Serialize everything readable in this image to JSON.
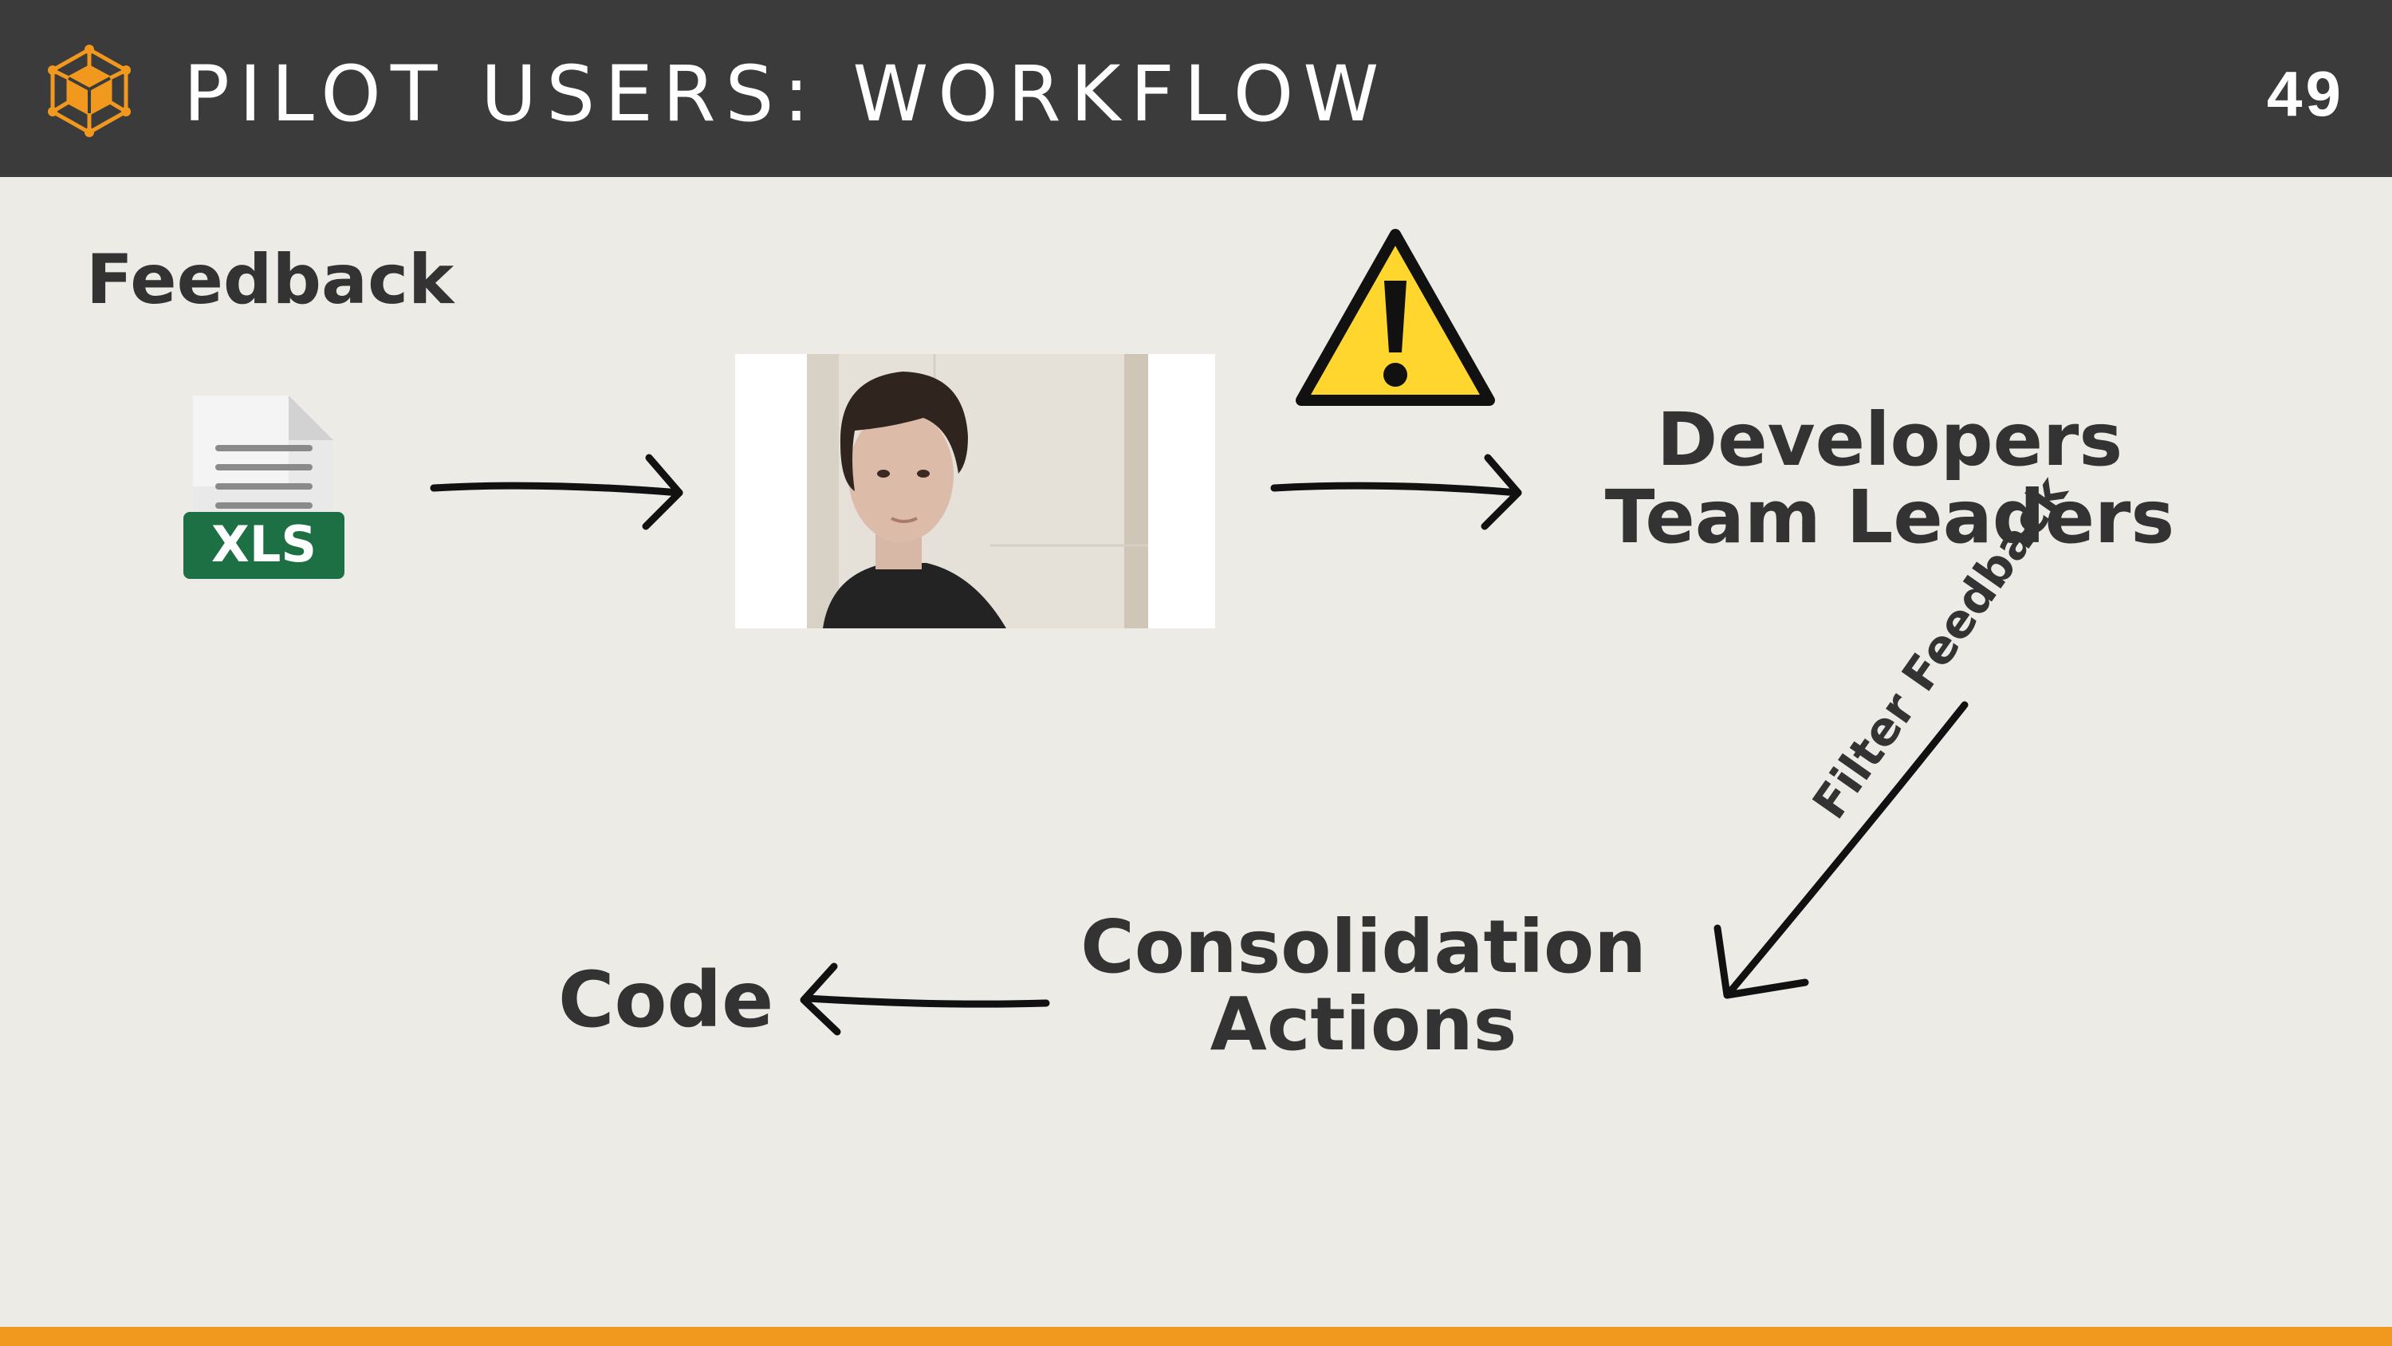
{
  "header": {
    "title": "PILOT USERS: WORKFLOW",
    "page_number": "49",
    "logo_icon": "hex-cube-logo-icon"
  },
  "diagram": {
    "source_label": "Feedback",
    "file_icon": {
      "name": "xls-file-icon",
      "badge": "XLS"
    },
    "reviewer_photo": "person-photo",
    "warning_icon": "warning-triangle-icon",
    "node_developers": {
      "line1": "Developers",
      "line2": "Team Leaders"
    },
    "edge_label": "Filter Feedback",
    "node_consolidation": {
      "line1": "Consolidation",
      "line2": "Actions"
    },
    "node_code": "Code"
  },
  "colors": {
    "header_bg": "#3b3b3b",
    "page_bg": "#edebe6",
    "accent_orange": "#f0991e",
    "xls_green": "#1d7044",
    "warning_yellow": "#ffd62e"
  }
}
